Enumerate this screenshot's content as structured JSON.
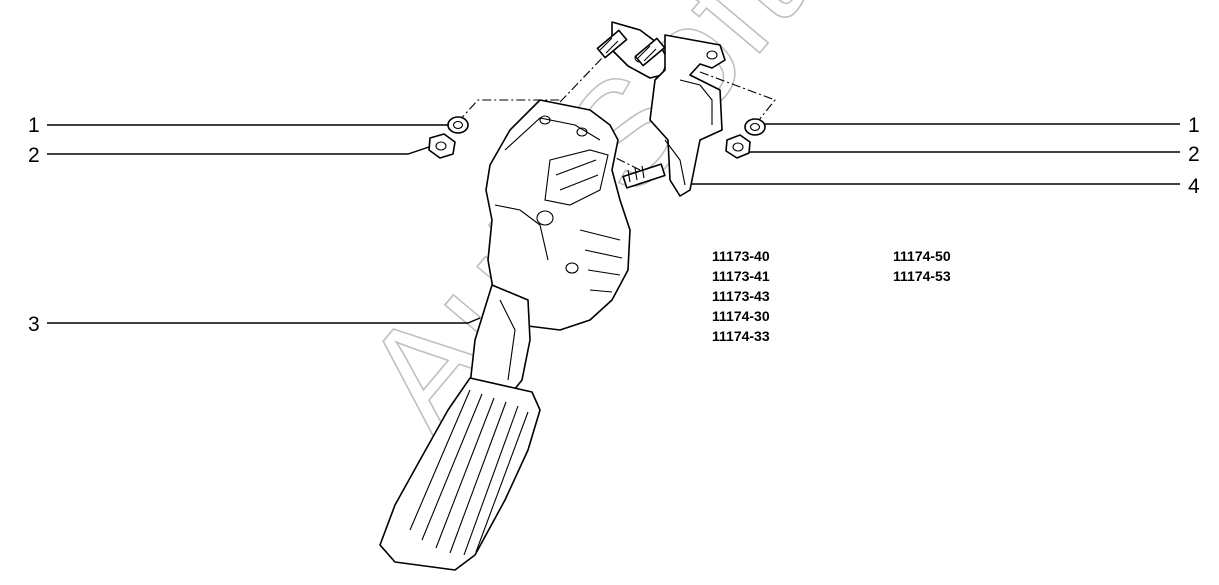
{
  "callouts": {
    "left_1": "1",
    "left_2": "2",
    "left_3": "3",
    "right_1": "1",
    "right_2": "2",
    "right_4": "4"
  },
  "model_codes": {
    "column_1": [
      "11173-40",
      "11173-41",
      "11173-43",
      "11174-30",
      "11174-33"
    ],
    "column_2": [
      "11174-50",
      "11174-53"
    ]
  },
  "watermark": "AutoSoft"
}
